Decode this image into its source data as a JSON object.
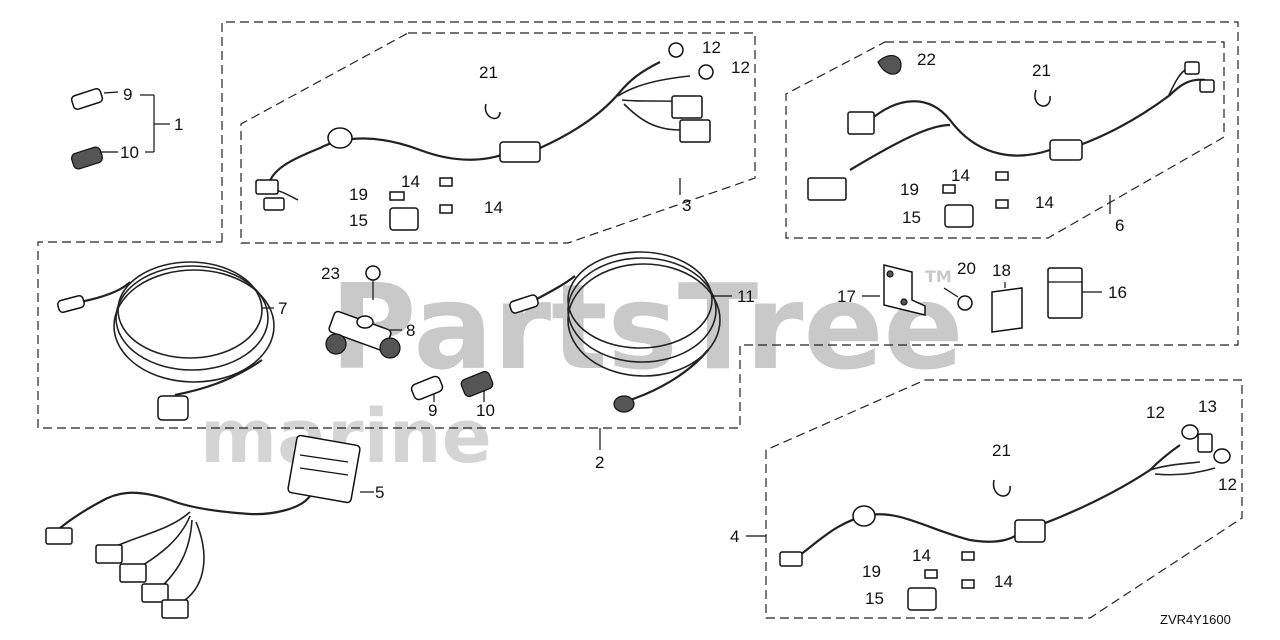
{
  "diagram_code": "ZVR4Y1600",
  "watermark": {
    "brand": "PartsTree",
    "trademark": "TM",
    "sub": "marine"
  },
  "callouts": [
    {
      "id": "c1",
      "text": "1"
    },
    {
      "id": "c2",
      "text": "2"
    },
    {
      "id": "c3",
      "text": "3"
    },
    {
      "id": "c4",
      "text": "4"
    },
    {
      "id": "c5",
      "text": "5"
    },
    {
      "id": "c6",
      "text": "6"
    },
    {
      "id": "c7",
      "text": "7"
    },
    {
      "id": "c8",
      "text": "8"
    },
    {
      "id": "c9a",
      "text": "9"
    },
    {
      "id": "c9b",
      "text": "9"
    },
    {
      "id": "c10a",
      "text": "10"
    },
    {
      "id": "c10b",
      "text": "10"
    },
    {
      "id": "c11",
      "text": "11"
    },
    {
      "id": "c12a",
      "text": "12"
    },
    {
      "id": "c12b",
      "text": "12"
    },
    {
      "id": "c12c",
      "text": "12"
    },
    {
      "id": "c12d",
      "text": "12"
    },
    {
      "id": "c13",
      "text": "13"
    },
    {
      "id": "c14a",
      "text": "14"
    },
    {
      "id": "c14b",
      "text": "14"
    },
    {
      "id": "c14c",
      "text": "14"
    },
    {
      "id": "c14d",
      "text": "14"
    },
    {
      "id": "c14e",
      "text": "14"
    },
    {
      "id": "c14f",
      "text": "14"
    },
    {
      "id": "c15a",
      "text": "15"
    },
    {
      "id": "c15b",
      "text": "15"
    },
    {
      "id": "c15c",
      "text": "15"
    },
    {
      "id": "c16",
      "text": "16"
    },
    {
      "id": "c17",
      "text": "17"
    },
    {
      "id": "c18",
      "text": "18"
    },
    {
      "id": "c19a",
      "text": "19"
    },
    {
      "id": "c19b",
      "text": "19"
    },
    {
      "id": "c19c",
      "text": "19"
    },
    {
      "id": "c20",
      "text": "20"
    },
    {
      "id": "c21a",
      "text": "21"
    },
    {
      "id": "c21b",
      "text": "21"
    },
    {
      "id": "c21c",
      "text": "21"
    },
    {
      "id": "c22",
      "text": "22"
    },
    {
      "id": "c23",
      "text": "23"
    }
  ]
}
